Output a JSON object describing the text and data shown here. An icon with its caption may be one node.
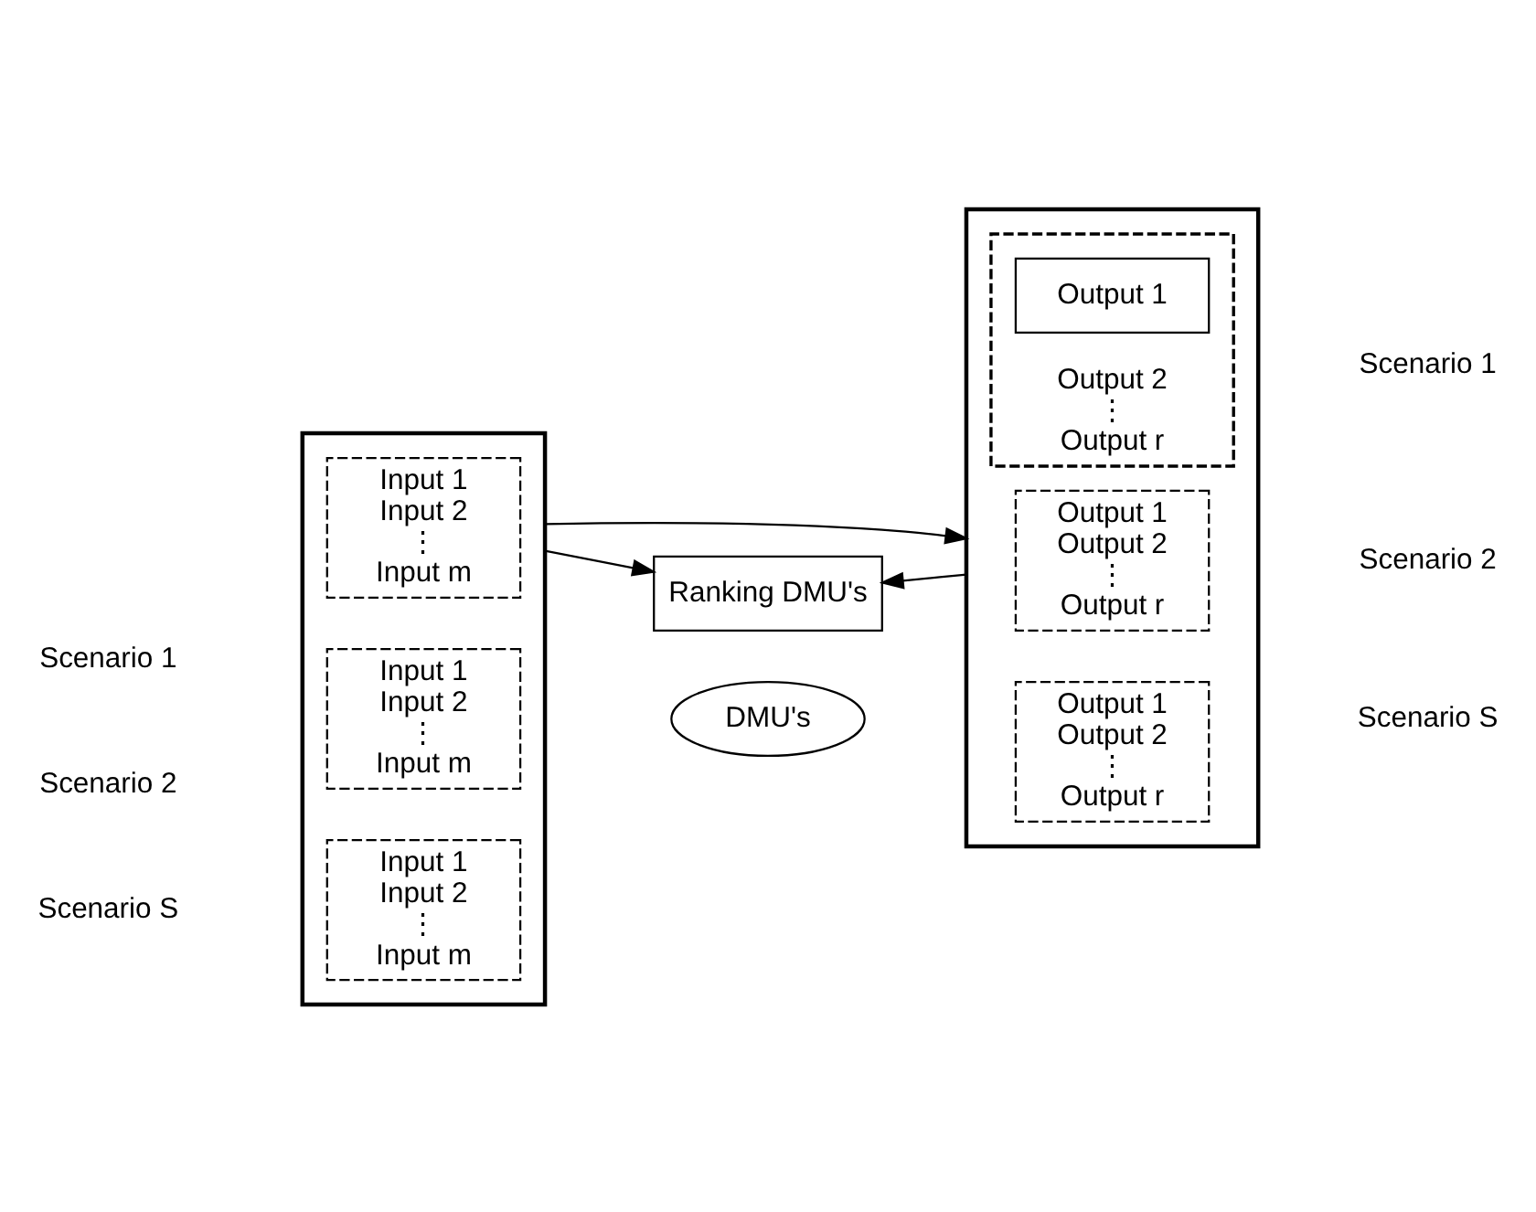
{
  "diagram": {
    "nodes": [
      {
        "text": [],
        "shape": "box"
      },
      {
        "text": [
          "Input 1",
          "Input 2",
          "⋮",
          "Input m"
        ],
        "in": 0
      },
      {
        "text": [
          "Input 1",
          "Input 2",
          "⋮",
          "Input m"
        ],
        "in": 0
      },
      {
        "text": [
          "Input 1",
          "Input 2",
          "⋮",
          "Input m"
        ],
        "in": 0
      },
      {
        "text": [
          "DMU's"
        ]
      },
      {
        "text": [],
        "shape": "box"
      },
      {
        "text": [
          "Output 2",
          "⋮",
          "Output r"
        ],
        "in": 5
      },
      {
        "text": [
          "Output 1"
        ],
        "in": 6
      },
      {
        "text": [
          "Output 1",
          "Output 2",
          "⋮",
          "Output r"
        ],
        "in": 5
      },
      {
        "text": [
          "Output 1",
          "Output 2",
          "⋮",
          "Output r"
        ],
        "in": 5
      },
      {
        "text": [
          "Ranking DMU's"
        ]
      }
    ],
    "edges": [
      {
        "from": 0,
        "to": 5,
        "arrow": "to"
      },
      {
        "from": 0,
        "to": 10,
        "arrow": "to"
      },
      {
        "from": 5,
        "to": 10,
        "arrow": "to"
      }
    ],
    "labels": [
      "Scenario 1",
      "Scenario 1",
      "Scenario 2",
      "Scenario 2",
      "Scenario S",
      "Scenario S"
    ]
  }
}
